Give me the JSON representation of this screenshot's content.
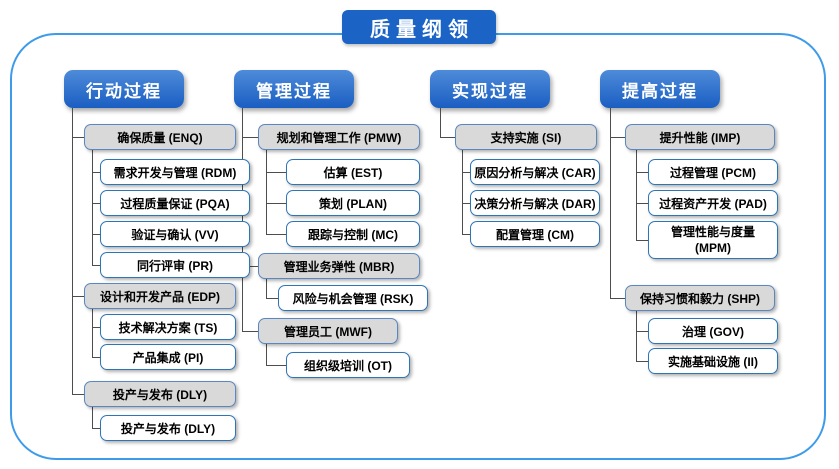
{
  "title": "质量纲领",
  "colors": {
    "accent_blue": "#1b63c5",
    "box_gray": "#d9d9d9",
    "box_border_blue": "#2e75b6",
    "outer_border_blue": "#3d9be9",
    "connector_gray": "#4d4d4d"
  },
  "columns": [
    {
      "header": "行动过程",
      "groups": [
        {
          "label": "确保质量 (ENQ)",
          "children": [
            "需求开发与管理 (RDM)",
            "过程质量保证 (PQA)",
            "验证与确认 (VV)",
            "同行评审 (PR)"
          ]
        },
        {
          "label": "设计和开发产品 (EDP)",
          "children": [
            "技术解决方案 (TS)",
            "产品集成 (PI)"
          ]
        },
        {
          "label": "投产与发布 (DLY)",
          "children": [
            "投产与发布 (DLY)"
          ]
        }
      ]
    },
    {
      "header": "管理过程",
      "groups": [
        {
          "label": "规划和管理工作 (PMW)",
          "children": [
            "估算 (EST)",
            "策划 (PLAN)",
            "跟踪与控制 (MC)"
          ]
        },
        {
          "label": "管理业务弹性 (MBR)",
          "children": [
            "风险与机会管理 (RSK)"
          ]
        },
        {
          "label": "管理员工 (MWF)",
          "children": [
            "组织级培训 (OT)"
          ]
        }
      ]
    },
    {
      "header": "实现过程",
      "groups": [
        {
          "label": "支持实施 (SI)",
          "children": [
            "原因分析与解决 (CAR)",
            "决策分析与解决 (DAR)",
            "配置管理 (CM)"
          ]
        }
      ]
    },
    {
      "header": "提高过程",
      "groups": [
        {
          "label": "提升性能 (IMP)",
          "children": [
            "过程管理 (PCM)",
            "过程资产开发 (PAD)",
            "管理性能与度量 (MPM)"
          ]
        },
        {
          "label": "保持习惯和毅力 (SHP)",
          "children": [
            "治理 (GOV)",
            "实施基础设施 (II)"
          ]
        }
      ]
    }
  ]
}
